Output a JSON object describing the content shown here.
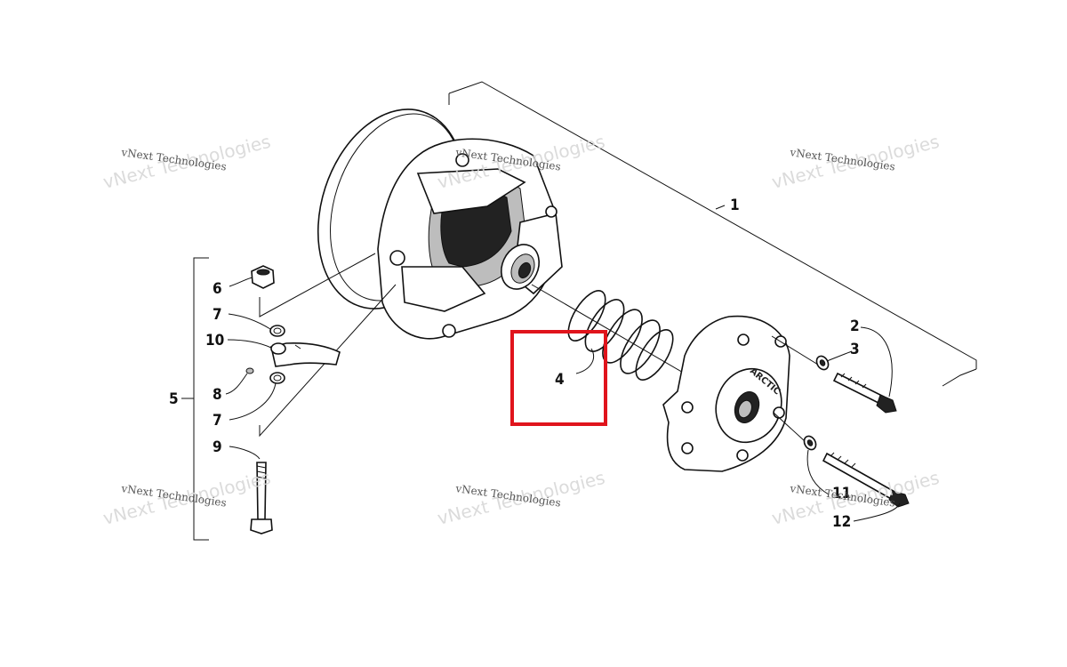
{
  "diagram": {
    "callouts": {
      "c1": "1",
      "c2": "2",
      "c3": "3",
      "c4": "4",
      "c5": "5",
      "c6": "6",
      "c7a": "7",
      "c7b": "7",
      "c8": "8",
      "c9": "9",
      "c10": "10",
      "c11": "11",
      "c12": "12"
    },
    "stamp_text": "ARCTIC",
    "highlight_color": "#e0141c"
  },
  "watermarks": [
    {
      "small": "vNext Technologies",
      "big": "vNext Technologies"
    },
    {
      "small": "vNext Technologies",
      "big": "vNext Technologies"
    },
    {
      "small": "vNext Technologies",
      "big": "vNext Technologies"
    },
    {
      "small": "vNext Technologies",
      "big": "vNext Technologies"
    },
    {
      "small": "vNext Technologies",
      "big": "vNext Technologies"
    },
    {
      "small": "vNext Technologies",
      "big": "vNext Technologies"
    }
  ]
}
